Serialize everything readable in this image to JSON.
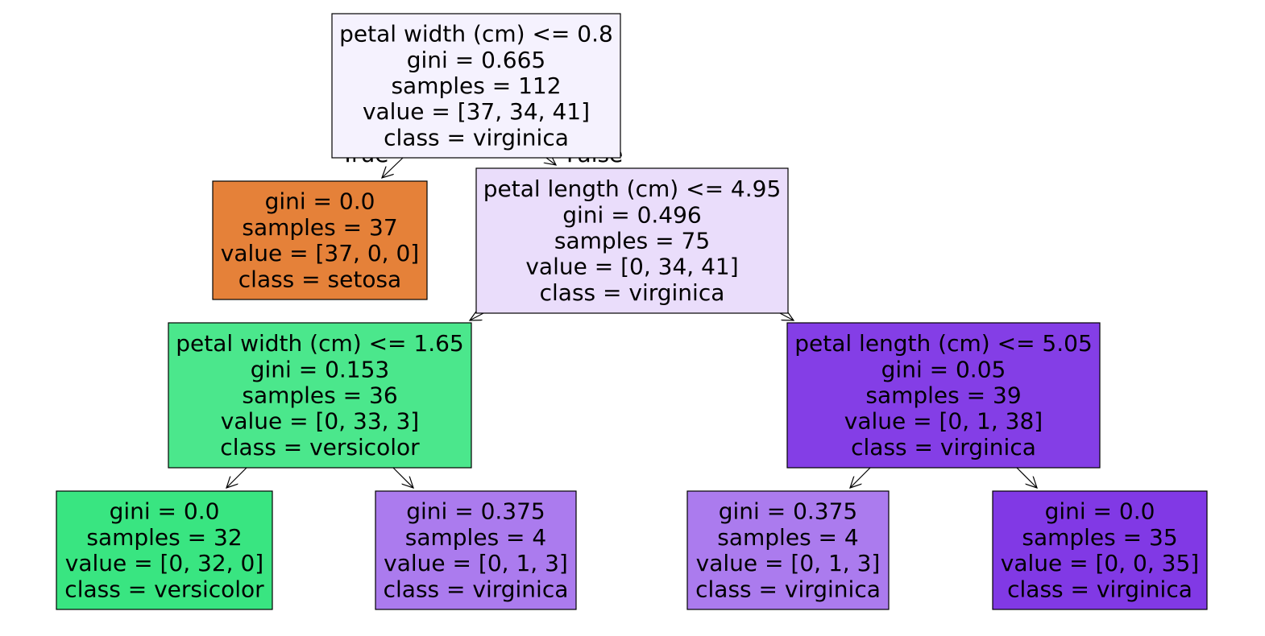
{
  "edge_labels": {
    "true_label": "True",
    "false_label": "False"
  },
  "nodes": [
    {
      "id": "n0",
      "lines": [
        "petal width (cm) <= 0.8",
        "gini = 0.665",
        "samples = 112",
        "value = [37, 34, 41]",
        "class = virginica"
      ],
      "fill": "#f5f2fe"
    },
    {
      "id": "n1",
      "lines": [
        "gini = 0.0",
        "samples = 37",
        "value = [37, 0, 0]",
        "class = setosa"
      ],
      "fill": "#e58139"
    },
    {
      "id": "n2",
      "lines": [
        "petal length (cm) <= 4.95",
        "gini = 0.496",
        "samples = 75",
        "value = [0, 34, 41]",
        "class = virginica"
      ],
      "fill": "#eaddfb"
    },
    {
      "id": "n3",
      "lines": [
        "petal width (cm) <= 1.65",
        "gini = 0.153",
        "samples = 36",
        "value = [0, 33, 3]",
        "class = versicolor"
      ],
      "fill": "#4be78c"
    },
    {
      "id": "n4",
      "lines": [
        "petal length (cm) <= 5.05",
        "gini = 0.05",
        "samples = 39",
        "value = [0, 1, 38]",
        "class = virginica"
      ],
      "fill": "#843ee6"
    },
    {
      "id": "n5",
      "lines": [
        "gini = 0.0",
        "samples = 32",
        "value = [0, 32, 0]",
        "class = versicolor"
      ],
      "fill": "#39e581"
    },
    {
      "id": "n6",
      "lines": [
        "gini = 0.375",
        "samples = 4",
        "value = [0, 1, 3]",
        "class = virginica"
      ],
      "fill": "#ab7bee"
    },
    {
      "id": "n7",
      "lines": [
        "gini = 0.375",
        "samples = 4",
        "value = [0, 1, 3]",
        "class = virginica"
      ],
      "fill": "#ab7bee"
    },
    {
      "id": "n8",
      "lines": [
        "gini = 0.0",
        "samples = 35",
        "value = [0, 0, 35]",
        "class = virginica"
      ],
      "fill": "#8139e5"
    }
  ]
}
